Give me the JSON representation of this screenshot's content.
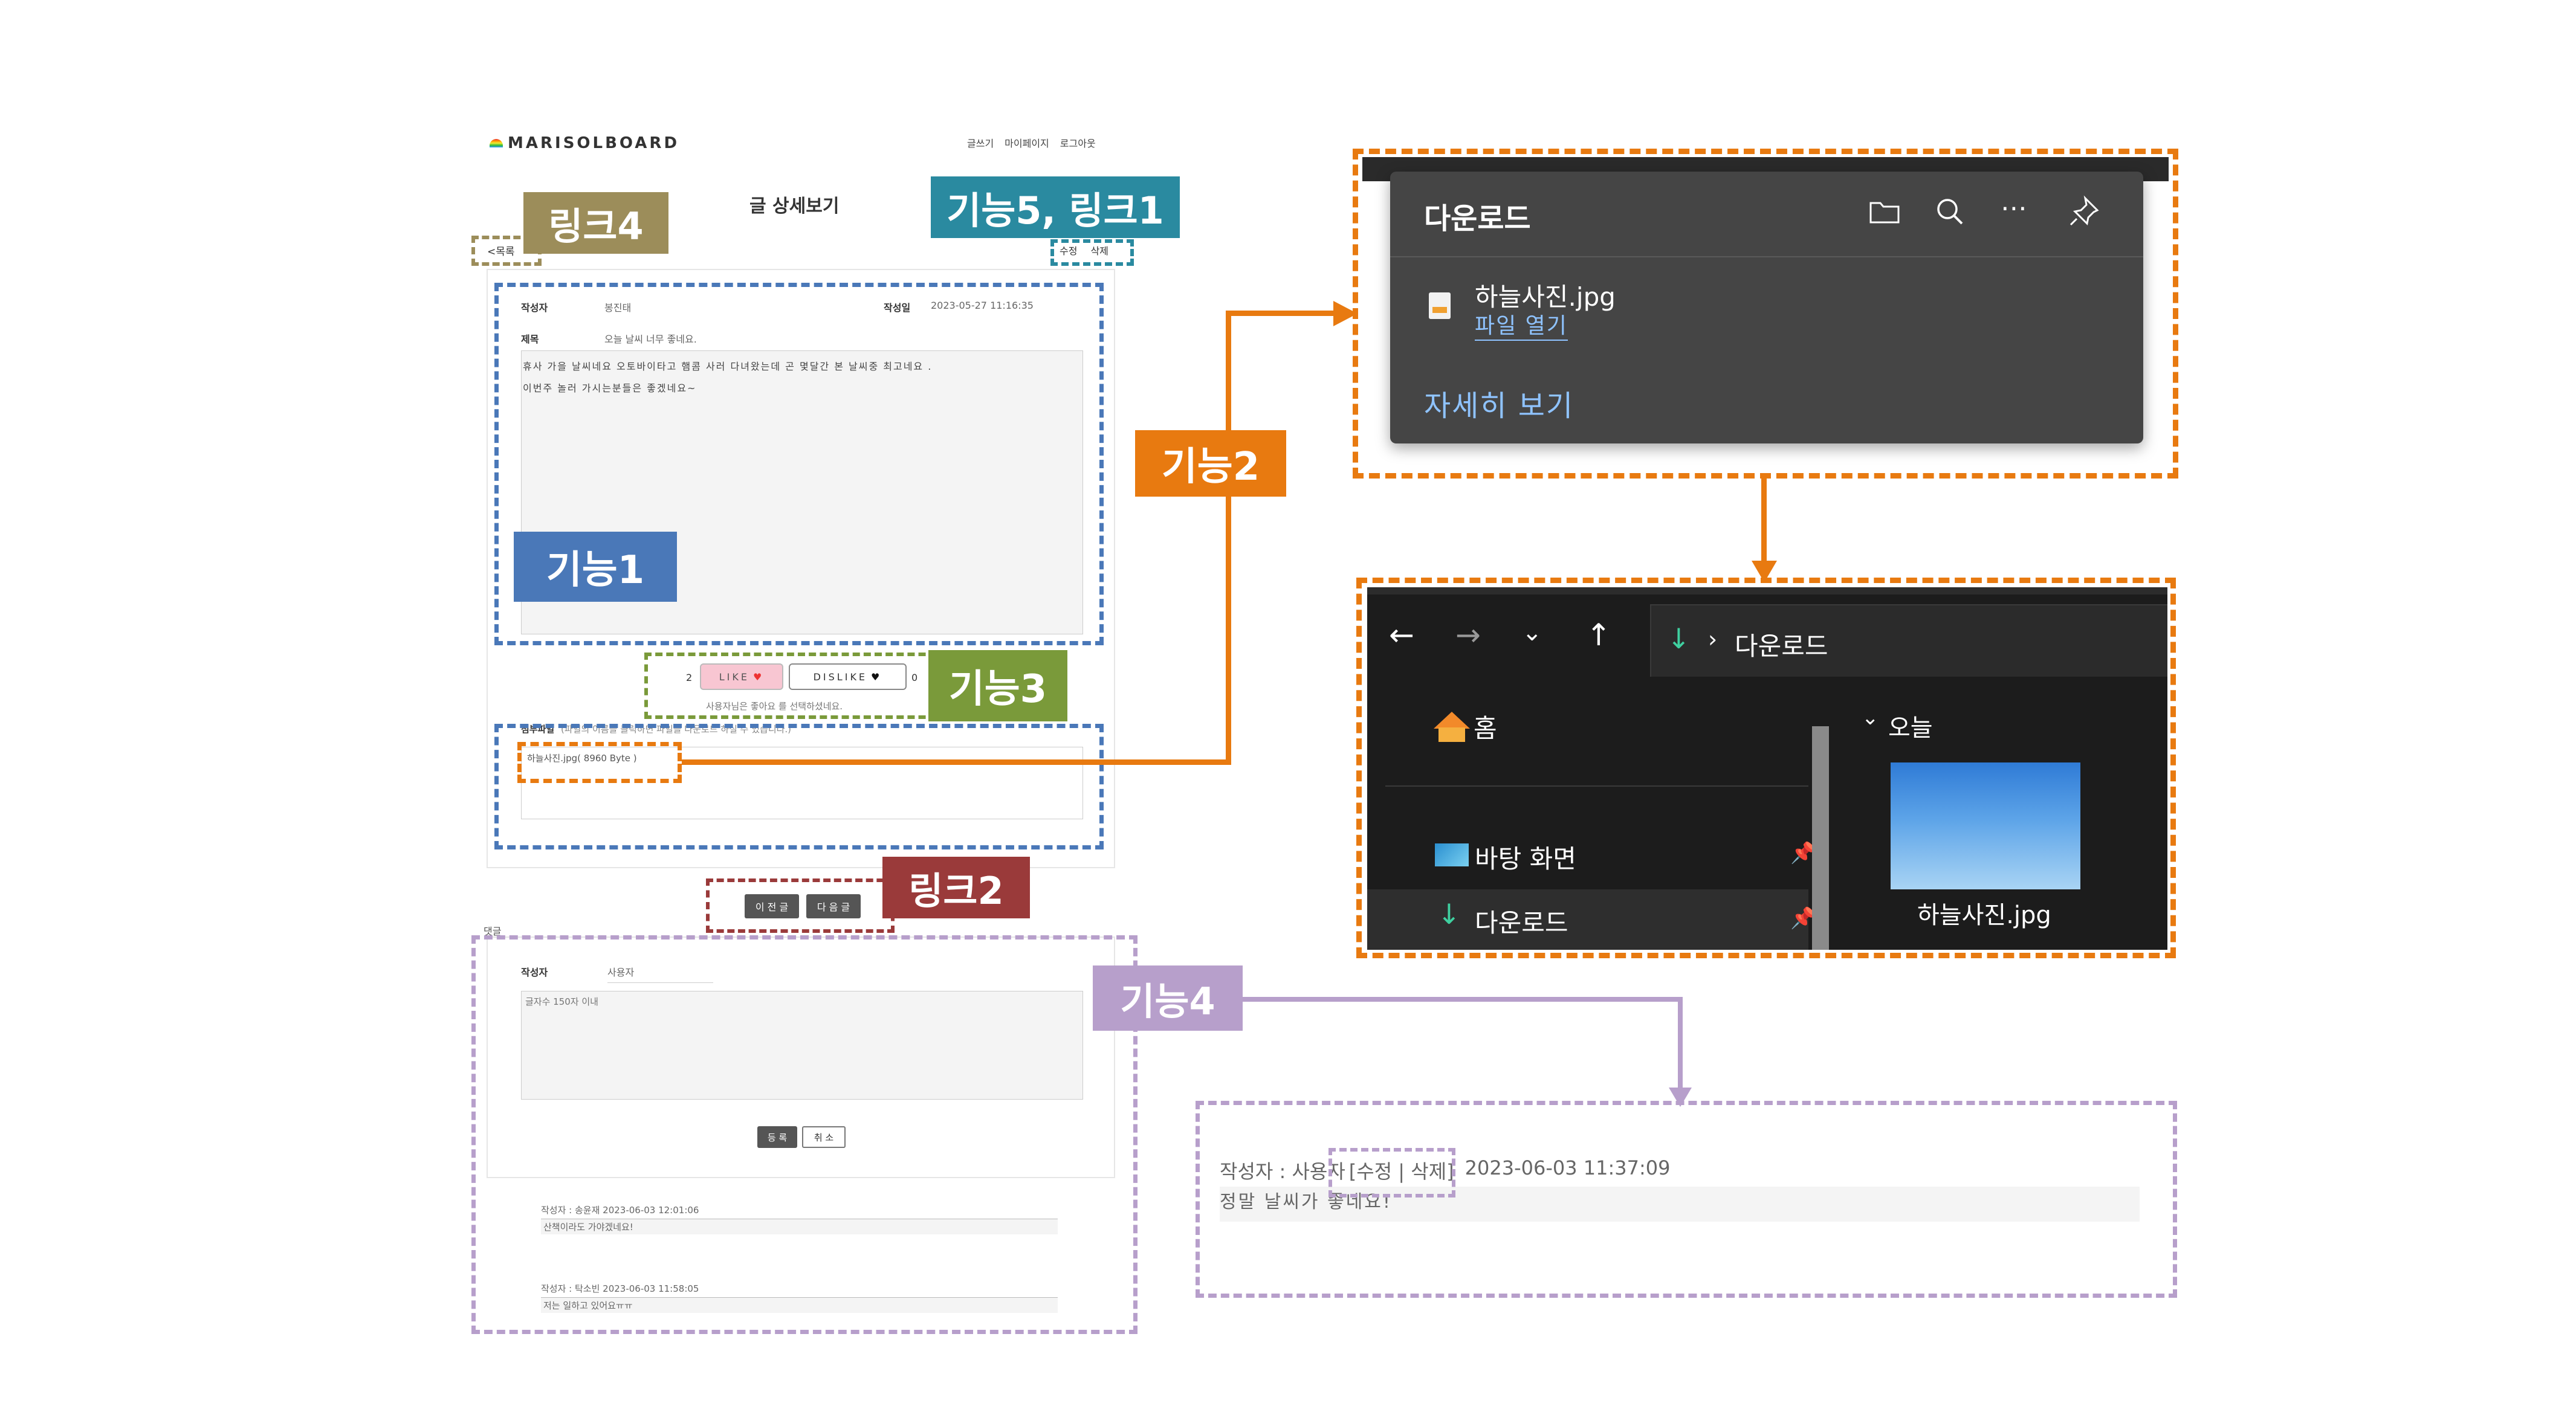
{
  "board": {
    "logo": "MARISOLBOARD",
    "nav": [
      "글쓰기",
      "마이페이지",
      "로그아웃"
    ],
    "page_title": "글 상세보기",
    "back_link": "<목록",
    "edit_label": "수정",
    "delete_label": "삭제",
    "author_label": "작성자",
    "author_value": "봉진태",
    "date_label": "작성일",
    "date_value": "2023-05-27 11:16:35",
    "subject_label": "제목",
    "subject_value": "오늘 날씨 너무 좋네요.",
    "content_lines": [
      "휴사 가을 날씨네요 오토바이타고 햄콤 사러 다녀왔는데 곤 몇달간 본 날씨중 최고네요 .",
      "이번주 놀러 가시는분들은 좋겠네요~"
    ],
    "like_count": "2",
    "like_label": "LIKE",
    "dislike_label": "DISLIKE",
    "dislike_count": "0",
    "like_message": "사용자님은 좋아요 를 선택하셨네요.",
    "attachment_label": "첨부파일",
    "attachment_hint": "(파일의 이름을 클릭하면 파일을 다운로드 하실 수 있습니다.)",
    "attachment_file": "하늘사진.jpg( 8960 Byte )",
    "prev_label": "이 전 글",
    "next_label": "다 음 글"
  },
  "comments": {
    "section_label": "댓글",
    "author_label": "작성자",
    "author_value": "사용자",
    "placeholder": "글자수 150자 이내",
    "submit_label": "등 록",
    "cancel_label": "취 소",
    "list": [
      {
        "meta": "작성자 : 송윤재  2023-06-03 12:01:06",
        "text": "산책이라도 가야겠네요!"
      },
      {
        "meta": "작성자 : 탁소빈  2023-06-03 11:58:05",
        "text": "저는 일하고 있어요ㅠㅠ"
      }
    ]
  },
  "annotations": {
    "link4": "링크4",
    "feature5_link1": "기능5, 링크1",
    "feature1": "기능1",
    "feature2": "기능2",
    "feature3": "기능3",
    "link2": "링크2",
    "feature4": "기능4"
  },
  "download_popup": {
    "title": "다운로드",
    "file_name": "하늘사진.jpg",
    "open_file": "파일 열기",
    "more_details": "자세히 보기",
    "icons": [
      "folder-icon",
      "search-icon",
      "more-icon",
      "pin-icon"
    ]
  },
  "explorer": {
    "path_label": "다운로드",
    "sidebar_home": "홈",
    "sidebar_desktop": "바탕 화면",
    "sidebar_downloads": "다운로드",
    "group_today": "오늘",
    "file_name": "하늘사진.jpg"
  },
  "comment_detail": {
    "author_text": "작성자 : 사용자",
    "edit_delete": "[수정 | 삭제]",
    "date_text": "2023-06-03 11:37:09",
    "body_text": "정말  날씨가  좋네요!"
  },
  "colors": {
    "orange": "#e87a10",
    "blue_dash": "#4a78b8",
    "olive": "#9c8d5a",
    "teal": "#2a8aa0",
    "green": "#7a9a3a",
    "maroon": "#9a3a3a",
    "purple": "#b79fcb",
    "dark_popup": "#454545"
  }
}
